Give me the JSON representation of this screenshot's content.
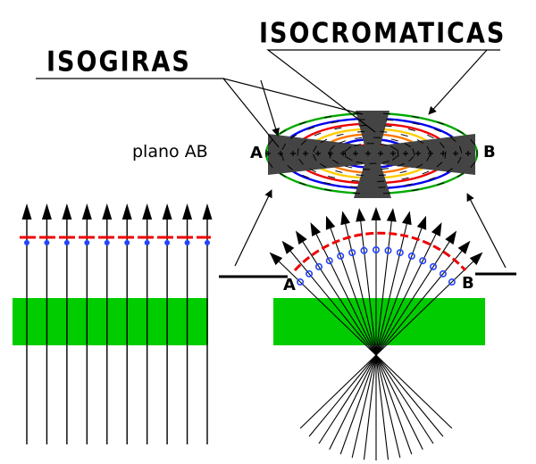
{
  "labels": {
    "isogyres": "ISOGIRAS",
    "isochromes": "ISOCROMATICAS",
    "plane": "plano AB",
    "point_a": "A",
    "point_b": "B"
  },
  "colors": {
    "crystal": "#00cc00",
    "wavefront": "#ee0000",
    "wavefront_dots": "#2244ff",
    "isogyre_cross": "#444444",
    "ring_colors": [
      "#00aa00",
      "#0000ee",
      "#ee0000",
      "#ffcc00",
      "#ff7700",
      "#0000ee",
      "#ee0000"
    ]
  },
  "diagram": {
    "parallel_ray_count": 10,
    "convergent_ray_count": 15
  }
}
